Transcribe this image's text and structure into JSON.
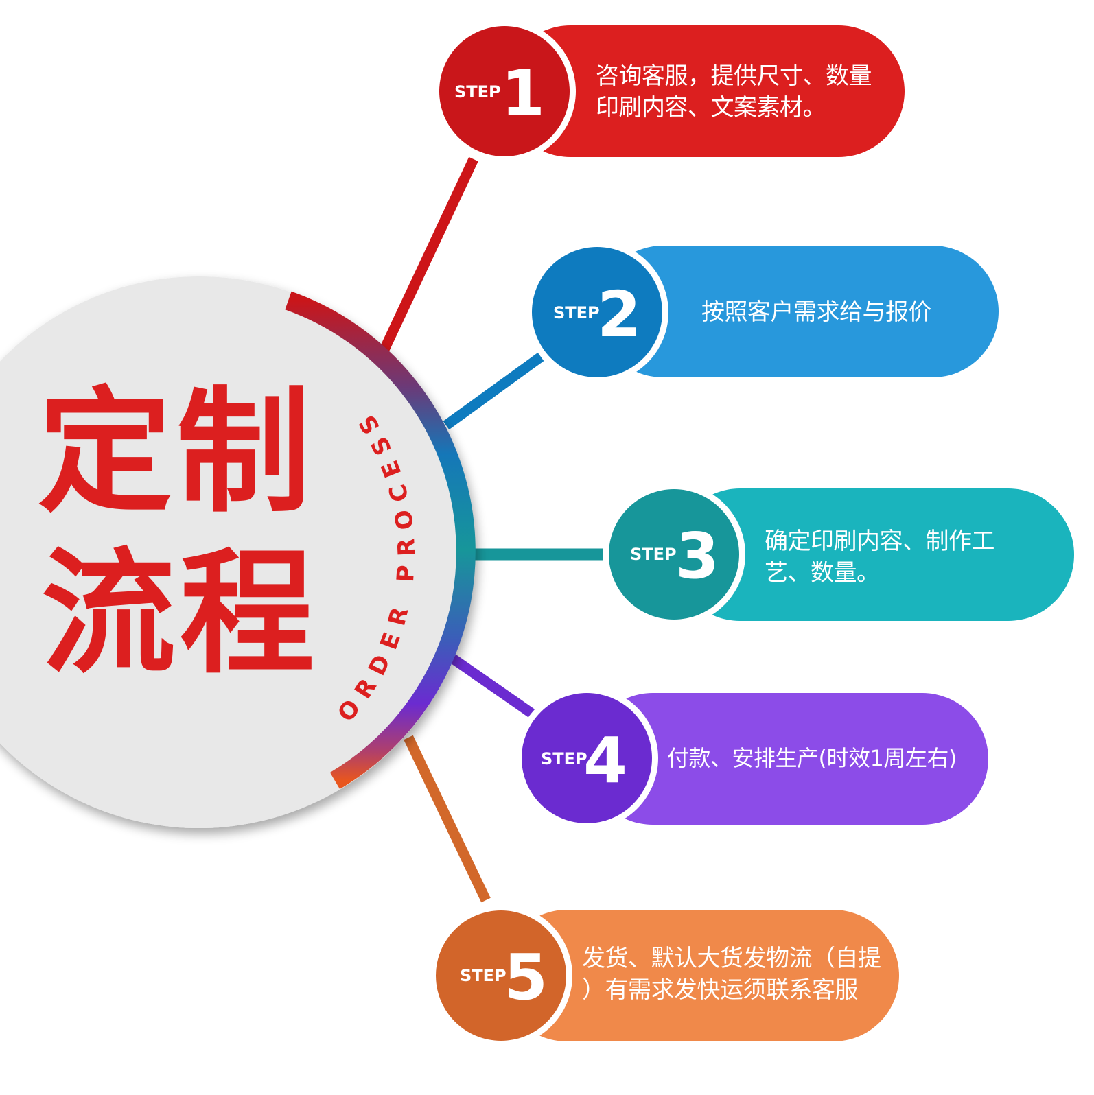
{
  "title": {
    "line1": "定制",
    "line2": "流程",
    "subtitle_arc": "ORDER PROCESS",
    "color": "#dc1f1f"
  },
  "hub": {
    "disc_color": "#e8e8e8",
    "ring_gradient": [
      "#c9161a",
      "#1577b8",
      "#17969a",
      "#6b2bd0",
      "#e8561e"
    ]
  },
  "steps": [
    {
      "step_label": "STEP",
      "number": "1",
      "lines": [
        "咨询客服，提供尺寸、数量",
        "印刷内容、文案素材。"
      ],
      "pill_color": "#dc1f1f",
      "badge_color": "#c9161a",
      "line_color": "#cd1518"
    },
    {
      "step_label": "STEP",
      "number": "2",
      "lines": [
        "按照客户需求给与报价"
      ],
      "pill_color": "#2898dc",
      "badge_color": "#0e7bbf",
      "line_color": "#0e7bbf"
    },
    {
      "step_label": "STEP",
      "number": "3",
      "lines": [
        "确定印刷内容、制作工",
        "艺、数量。"
      ],
      "pill_color": "#1ab4bd",
      "badge_color": "#17969a",
      "line_color": "#17969a"
    },
    {
      "step_label": "STEP",
      "number": "4",
      "lines": [
        "付款、安排生产(时效1周左右)"
      ],
      "pill_color": "#8c4ce8",
      "badge_color": "#6b2bd0",
      "line_color": "#6b2bd0"
    },
    {
      "step_label": "STEP",
      "number": "5",
      "lines": [
        "发货、默认大货发物流（自提",
        "）有需求发快运须联系客服"
      ],
      "pill_color": "#f0894a",
      "badge_color": "#d2652a",
      "line_color": "#d2682a"
    }
  ]
}
